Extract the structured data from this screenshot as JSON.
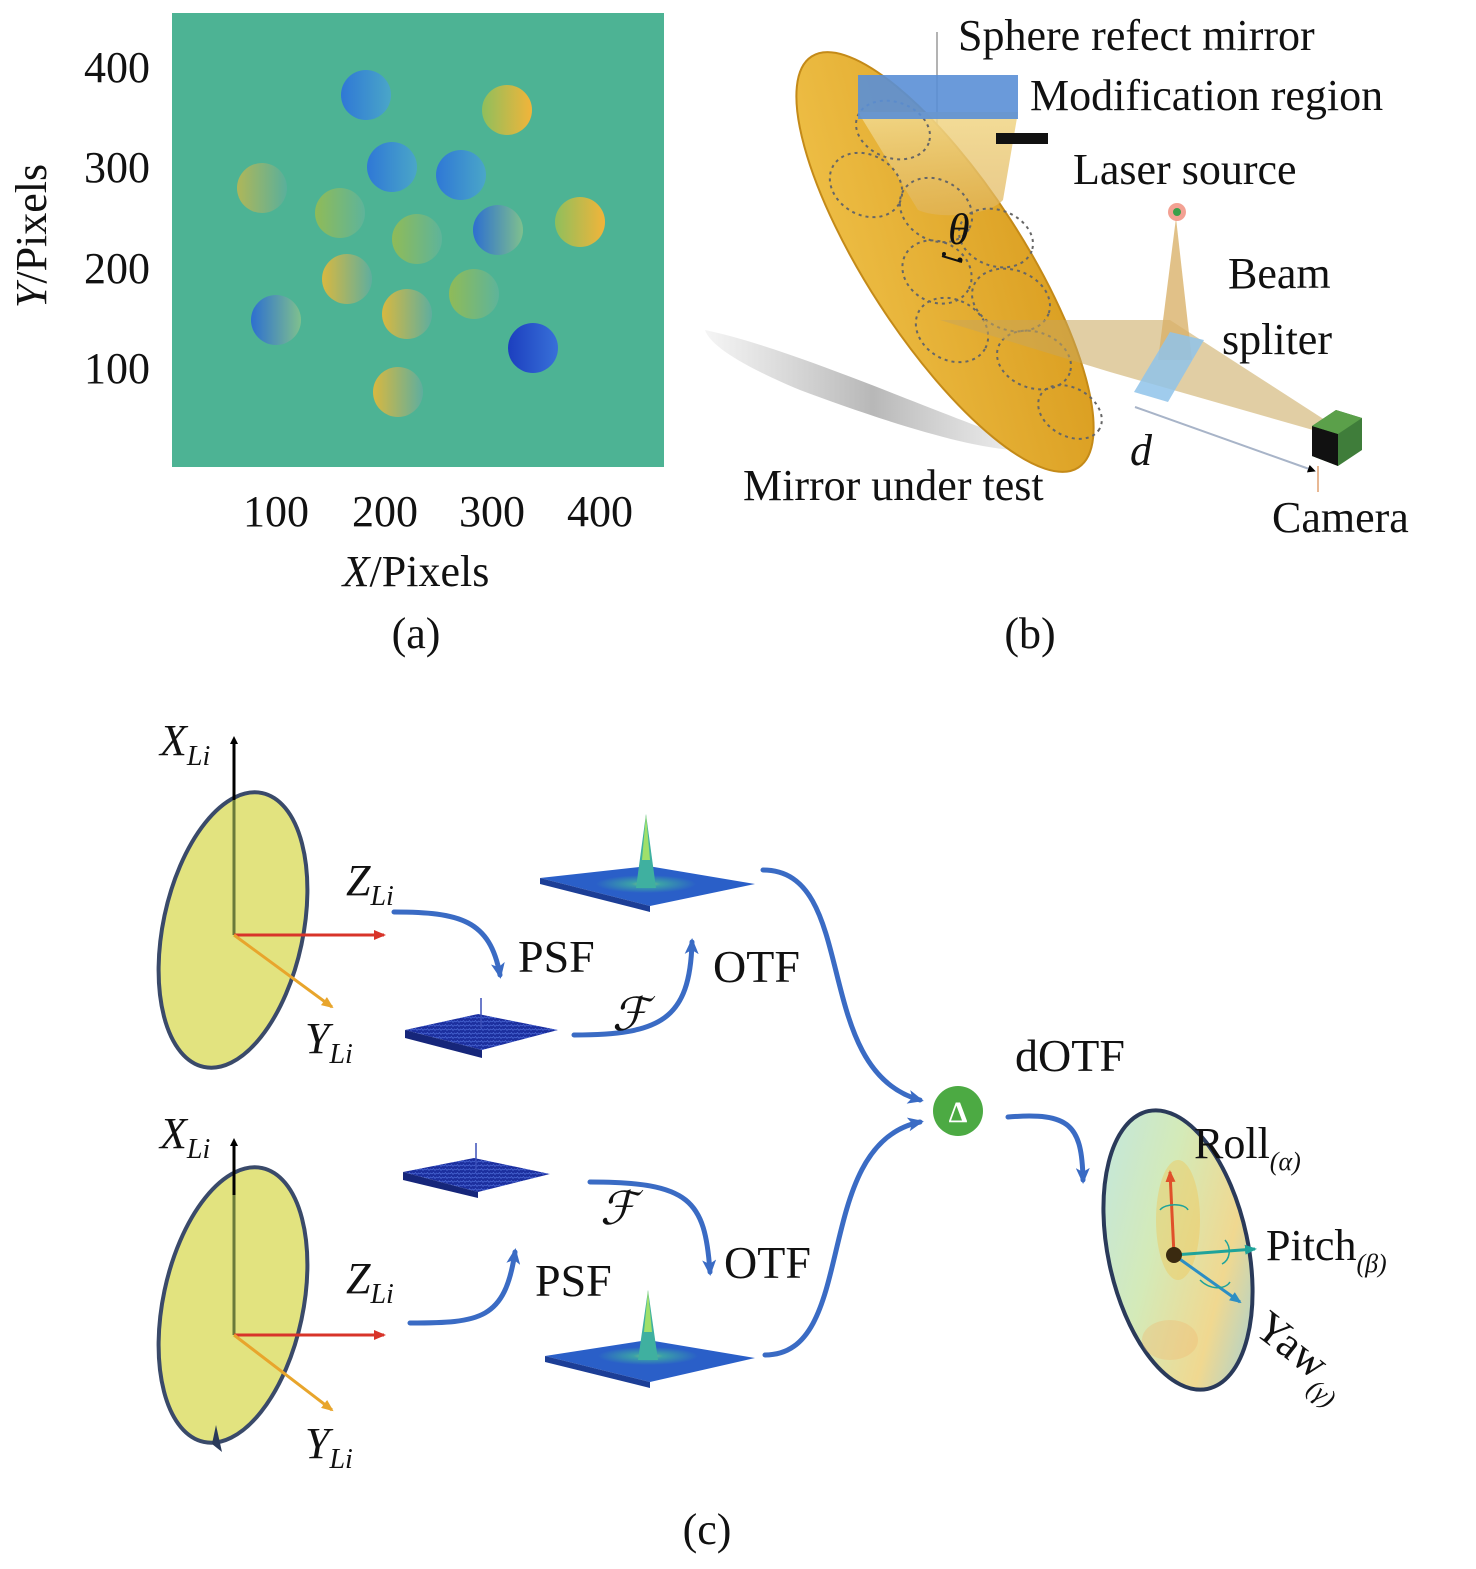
{
  "panel_a": {
    "caption": "(a)",
    "xlabel_var": "X",
    "xlabel_unit": "/Pixels",
    "ylabel_var": "Y",
    "ylabel_unit": "/Pixels",
    "x_ticks": [
      "100",
      "200",
      "300",
      "400"
    ],
    "y_ticks": [
      "400",
      "300",
      "200",
      "100"
    ],
    "colors": {
      "background": "#4db394",
      "dark_blue": "#2a4fd0",
      "yellow": "#f2c23a"
    }
  },
  "panel_b": {
    "caption": "(b)",
    "label_sphere": "Sphere refect mirror",
    "label_modification": "Modification region",
    "label_laser": "Laser source",
    "label_beam_1": "Beam",
    "label_beam_2": "spliter",
    "label_mirror": "Mirror under test",
    "label_camera": "Camera",
    "symbol_theta": "θ",
    "symbol_d": "d",
    "colors": {
      "mirror": "#e0a92a",
      "plate": "#5b8fd6",
      "camera": "#3f7d3a"
    }
  },
  "panel_c": {
    "caption": "(c)",
    "axis_x": "X",
    "axis_y": "Y",
    "axis_z": "Z",
    "axis_sub": "Li",
    "psf_label": "PSF",
    "otf_label": "OTF",
    "fourier_symbol": "ℱ",
    "delta_symbol": "Δ",
    "dotf_label": "dOTF",
    "roll_label": "Roll",
    "roll_sub": "(α)",
    "pitch_label": "Pitch",
    "pitch_sub": "(β)",
    "yaw_label": "Yaw",
    "yaw_sub": "(γ)",
    "colors": {
      "disk": "#e2e37f",
      "arrow_blue": "#3a6bc4",
      "delta_node": "#4caa43"
    }
  }
}
